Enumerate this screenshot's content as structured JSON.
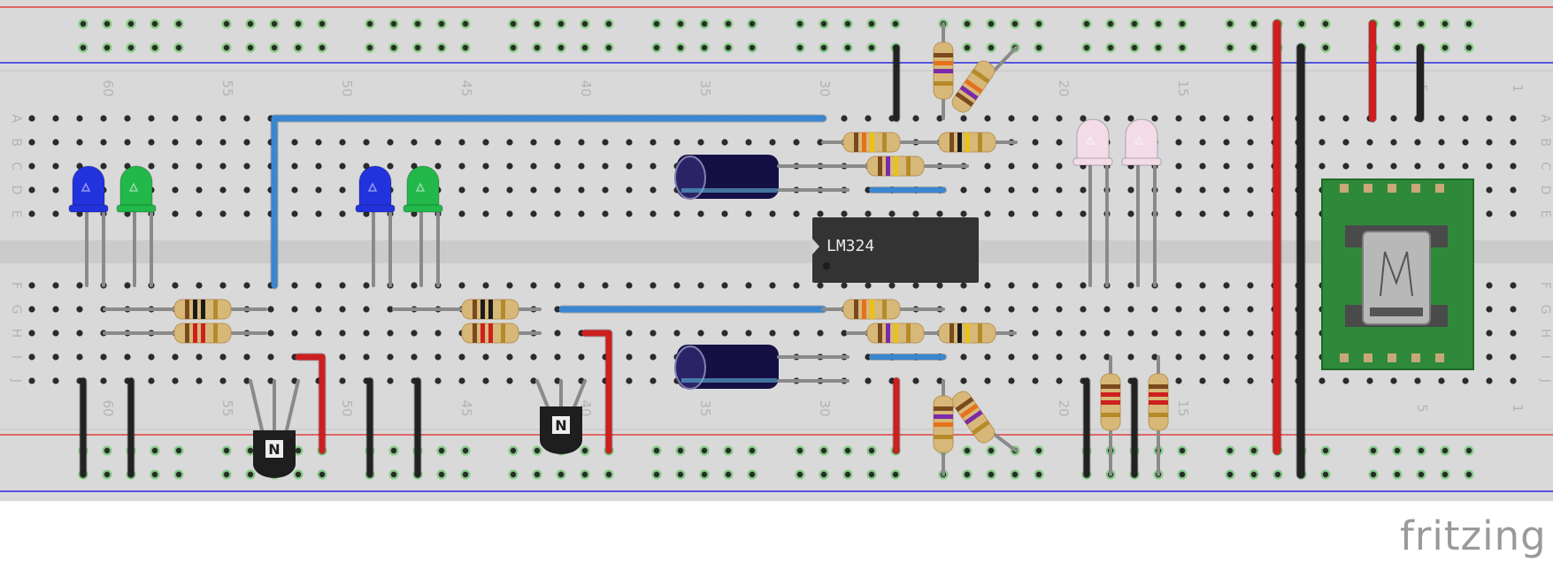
{
  "breadboard": {
    "column_numbers": [
      "60",
      "55",
      "50",
      "45",
      "40",
      "35",
      "30",
      "20",
      "15",
      "5",
      "1"
    ],
    "row_letters": [
      "A",
      "B",
      "C",
      "D",
      "E",
      "F",
      "G",
      "H",
      "I",
      "J"
    ],
    "colors": {
      "board": "#d9d9d9",
      "rail_red": "#e04040",
      "rail_blue": "#2a2ae0",
      "hole": "#2b2b2b",
      "hole_active": "#7ac97a",
      "numbers": "#b4b4b4"
    }
  },
  "ic": {
    "label": "LM324"
  },
  "components": {
    "leds": [
      {
        "color": "blue",
        "fill": "#2233dd"
      },
      {
        "color": "green",
        "fill": "#22b84a"
      },
      {
        "color": "blue",
        "fill": "#2233dd"
      },
      {
        "color": "green",
        "fill": "#22b84a"
      },
      {
        "color": "white",
        "fill": "#f3dbe8"
      },
      {
        "color": "white",
        "fill": "#f3dbe8"
      }
    ],
    "transistors": [
      {
        "mark": "N"
      },
      {
        "mark": "N"
      }
    ],
    "capacitors": [
      {
        "fill": "#151044"
      },
      {
        "fill": "#151044"
      }
    ],
    "usb_breakout": {
      "board_color": "#2e8a3a"
    }
  },
  "wires": {
    "blue": "#3a86d0",
    "red": "#cc1f1f",
    "black": "#222222",
    "lead": "#8a8a8a"
  },
  "branding": {
    "label": "fritzing"
  }
}
